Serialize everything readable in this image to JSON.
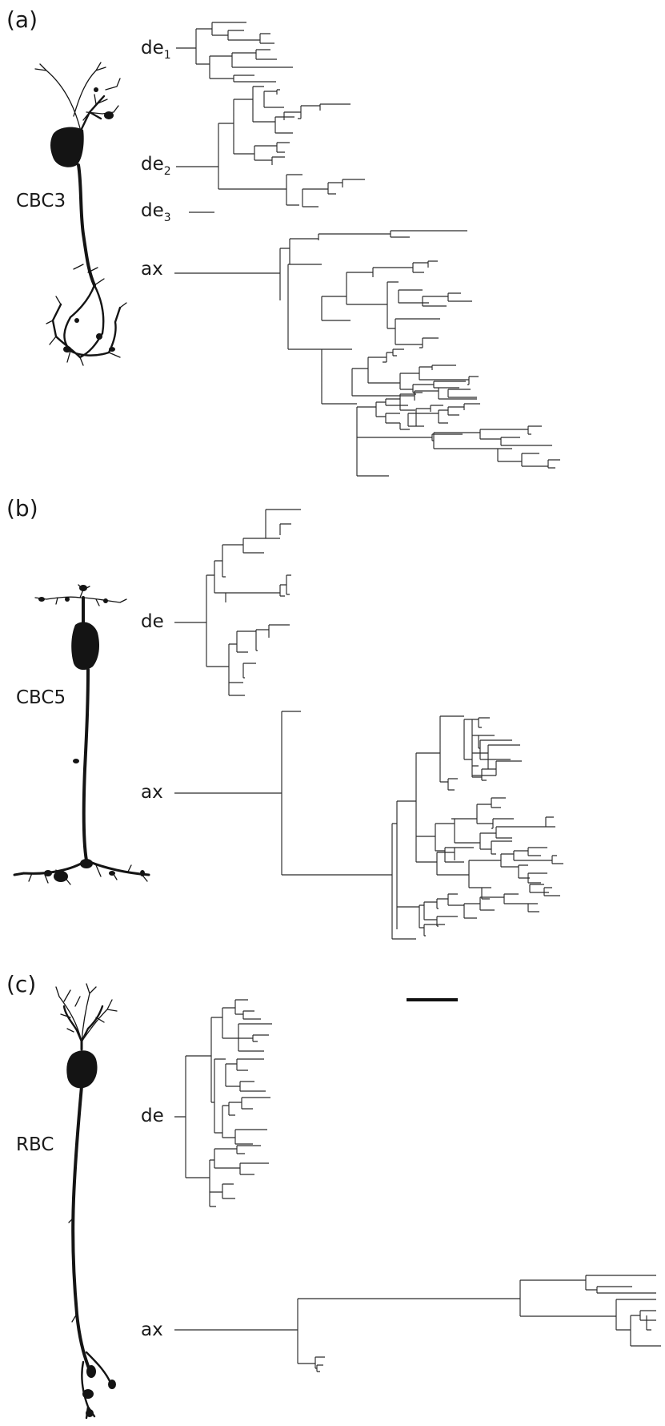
{
  "panels": [
    {
      "id": "a",
      "panel_label": "(a)",
      "cell_label": "CBC3",
      "trees": [
        {
          "key": "de1",
          "label": "de",
          "sub": "1"
        },
        {
          "key": "de2",
          "label": "de",
          "sub": "2"
        },
        {
          "key": "de3",
          "label": "de",
          "sub": "3"
        },
        {
          "key": "ax",
          "label": "ax",
          "sub": ""
        }
      ]
    },
    {
      "id": "b",
      "panel_label": "(b)",
      "cell_label": "CBC5",
      "trees": [
        {
          "key": "de",
          "label": "de",
          "sub": ""
        },
        {
          "key": "ax",
          "label": "ax",
          "sub": ""
        }
      ]
    },
    {
      "id": "c",
      "panel_label": "(c)",
      "cell_label": "RBC",
      "trees": [
        {
          "key": "de",
          "label": "de",
          "sub": ""
        },
        {
          "key": "ax",
          "label": "ax",
          "sub": ""
        }
      ]
    }
  ],
  "scale_bar": {
    "visible": true
  },
  "colors": {
    "ink": "#1a1a1a",
    "background": "#ffffff"
  }
}
